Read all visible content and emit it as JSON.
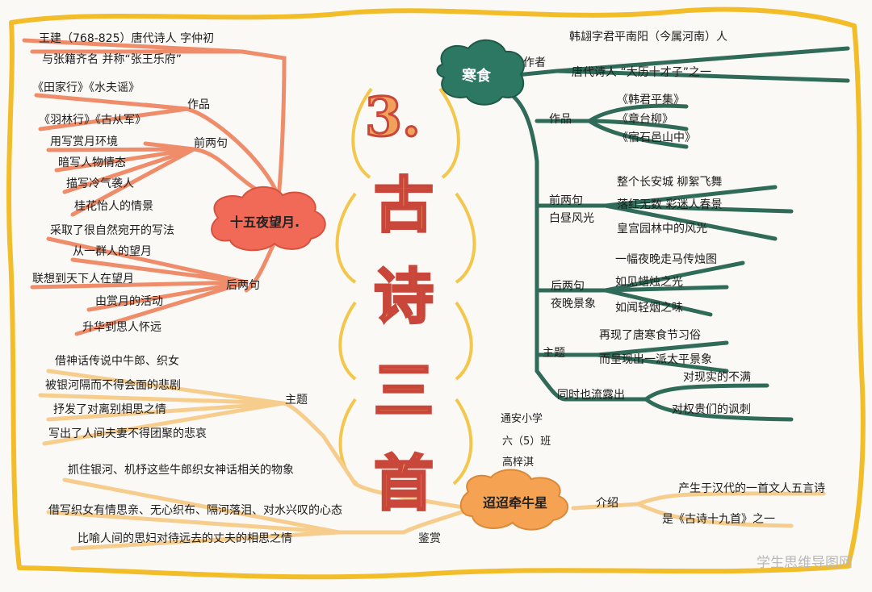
{
  "title": {
    "chars": [
      "3.",
      "古",
      "诗",
      "三",
      "首"
    ]
  },
  "poems": {
    "p1": {
      "center": "十五夜望月.",
      "author_lines": [
        "王建（768-825）唐代诗人 字仲初",
        "与张籍齐名 并称“张王乐府”"
      ],
      "works_label": "作品",
      "works": [
        "《田家行》《水夫谣》",
        "《羽林行》《古从军》"
      ],
      "front_label": "前两句",
      "front": [
        "用写赏月环境",
        "暗写人物情态",
        "描写冷气袭人",
        "桂花怡人的情景"
      ],
      "back_label": "后两句",
      "back": [
        "采取了很自然宛开的写法",
        "从一群人的望月",
        "联想到天下人在望月",
        "由赏月的活动",
        "升华到思人怀远"
      ]
    },
    "p2": {
      "center": "寒食",
      "author_label": "作者",
      "author": [
        "韩翃字君平南阳（今属河南）人",
        "唐代诗人 “大历十才子”之一"
      ],
      "works_label": "作品",
      "works": [
        "《韩君平集》",
        "《章台柳》",
        "《宿石邑山中》"
      ],
      "front_label": "前两句\n白昼风光",
      "front": [
        "整个长安城 柳絮飞舞",
        "落红无数 彩迷人春景",
        "皇宫园林中的风光"
      ],
      "back_label": "后两句\n夜晚景象",
      "back": [
        "一幅夜晚走马传烛图",
        "如见蜡烛之光",
        "如闻轻烟之味"
      ],
      "theme_label": "主题",
      "theme": [
        "再现了唐寒食节习俗",
        "而呈现出一派太平景象"
      ],
      "also_label": "同时也流露出",
      "also": [
        "对现实的不满",
        "对权贵们的讽刺"
      ]
    },
    "p3": {
      "center": "迢迢牵牛星",
      "theme_label": "主题",
      "theme": [
        "借神话传说中牛郎、织女",
        "被银河隔而不得会面的悲剧",
        "抒发了对离别相思之情",
        "写出了人间夫妻不得团聚的悲哀"
      ],
      "appreciate_label": "鉴赏",
      "appreciate": [
        "抓住银河、机杼这些牛郎织女神话相关的物象",
        "借写织女有情思亲、无心织布、隔河落泪、对水兴叹的心态",
        "比喻人间的思妇对待远去的丈夫的相思之情"
      ],
      "intro_label": "介绍",
      "intro": [
        "产生于汉代的一首文人五言诗",
        "是《古诗十九首》之一"
      ]
    }
  },
  "author_note": [
    "通安小学",
    "六（5）班",
    "高梓淇"
  ],
  "watermark": "学生思维导图网",
  "colors": {
    "border": "#f3bd2a",
    "orange": "#ef8c6a",
    "green": "#2f6b58",
    "yellow": "#f6cd8c",
    "cloud_red": "#f06a57",
    "cloud_green": "#2d7862",
    "cloud_orange": "#f5a253"
  }
}
